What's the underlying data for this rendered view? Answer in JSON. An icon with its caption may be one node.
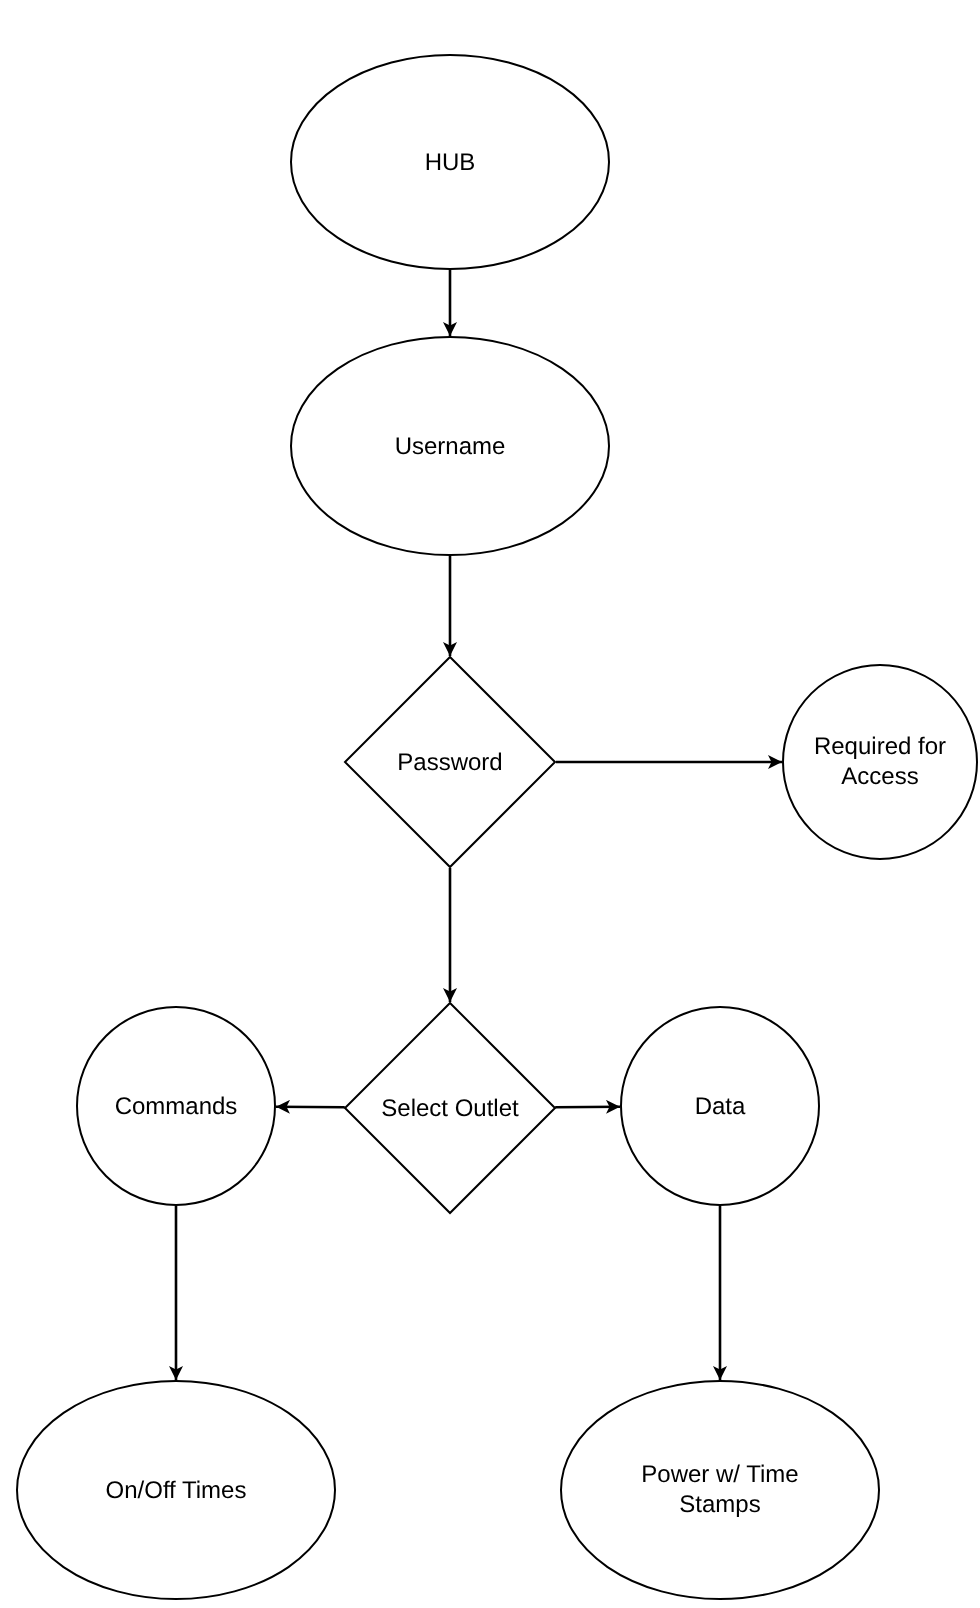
{
  "diagram": {
    "nodes": [
      {
        "text": [
          "HUB"
        ]
      },
      {
        "text": [
          "Username"
        ]
      },
      {
        "text": [
          "Password"
        ]
      },
      {
        "text": [
          "Required for Access"
        ]
      },
      {
        "text": [
          "Select Outlet"
        ]
      },
      {
        "text": [
          "Commands"
        ]
      },
      {
        "text": [
          "Data"
        ]
      },
      {
        "text": [
          "On/Off Times"
        ]
      },
      {
        "text": [
          "Power w/ Time Stamps"
        ]
      }
    ],
    "edges": [
      {
        "from": 0,
        "to": 1,
        "arrow": "to"
      },
      {
        "from": 1,
        "to": 2,
        "arrow": "to"
      },
      {
        "from": 2,
        "to": 3,
        "arrow": "to"
      },
      {
        "from": 2,
        "to": 4,
        "arrow": "to"
      },
      {
        "from": 4,
        "to": 5,
        "arrow": "to"
      },
      {
        "from": 4,
        "to": 6,
        "arrow": "to"
      },
      {
        "from": 5,
        "to": 7,
        "arrow": "to"
      },
      {
        "from": 6,
        "to": 8,
        "arrow": "to"
      }
    ]
  }
}
